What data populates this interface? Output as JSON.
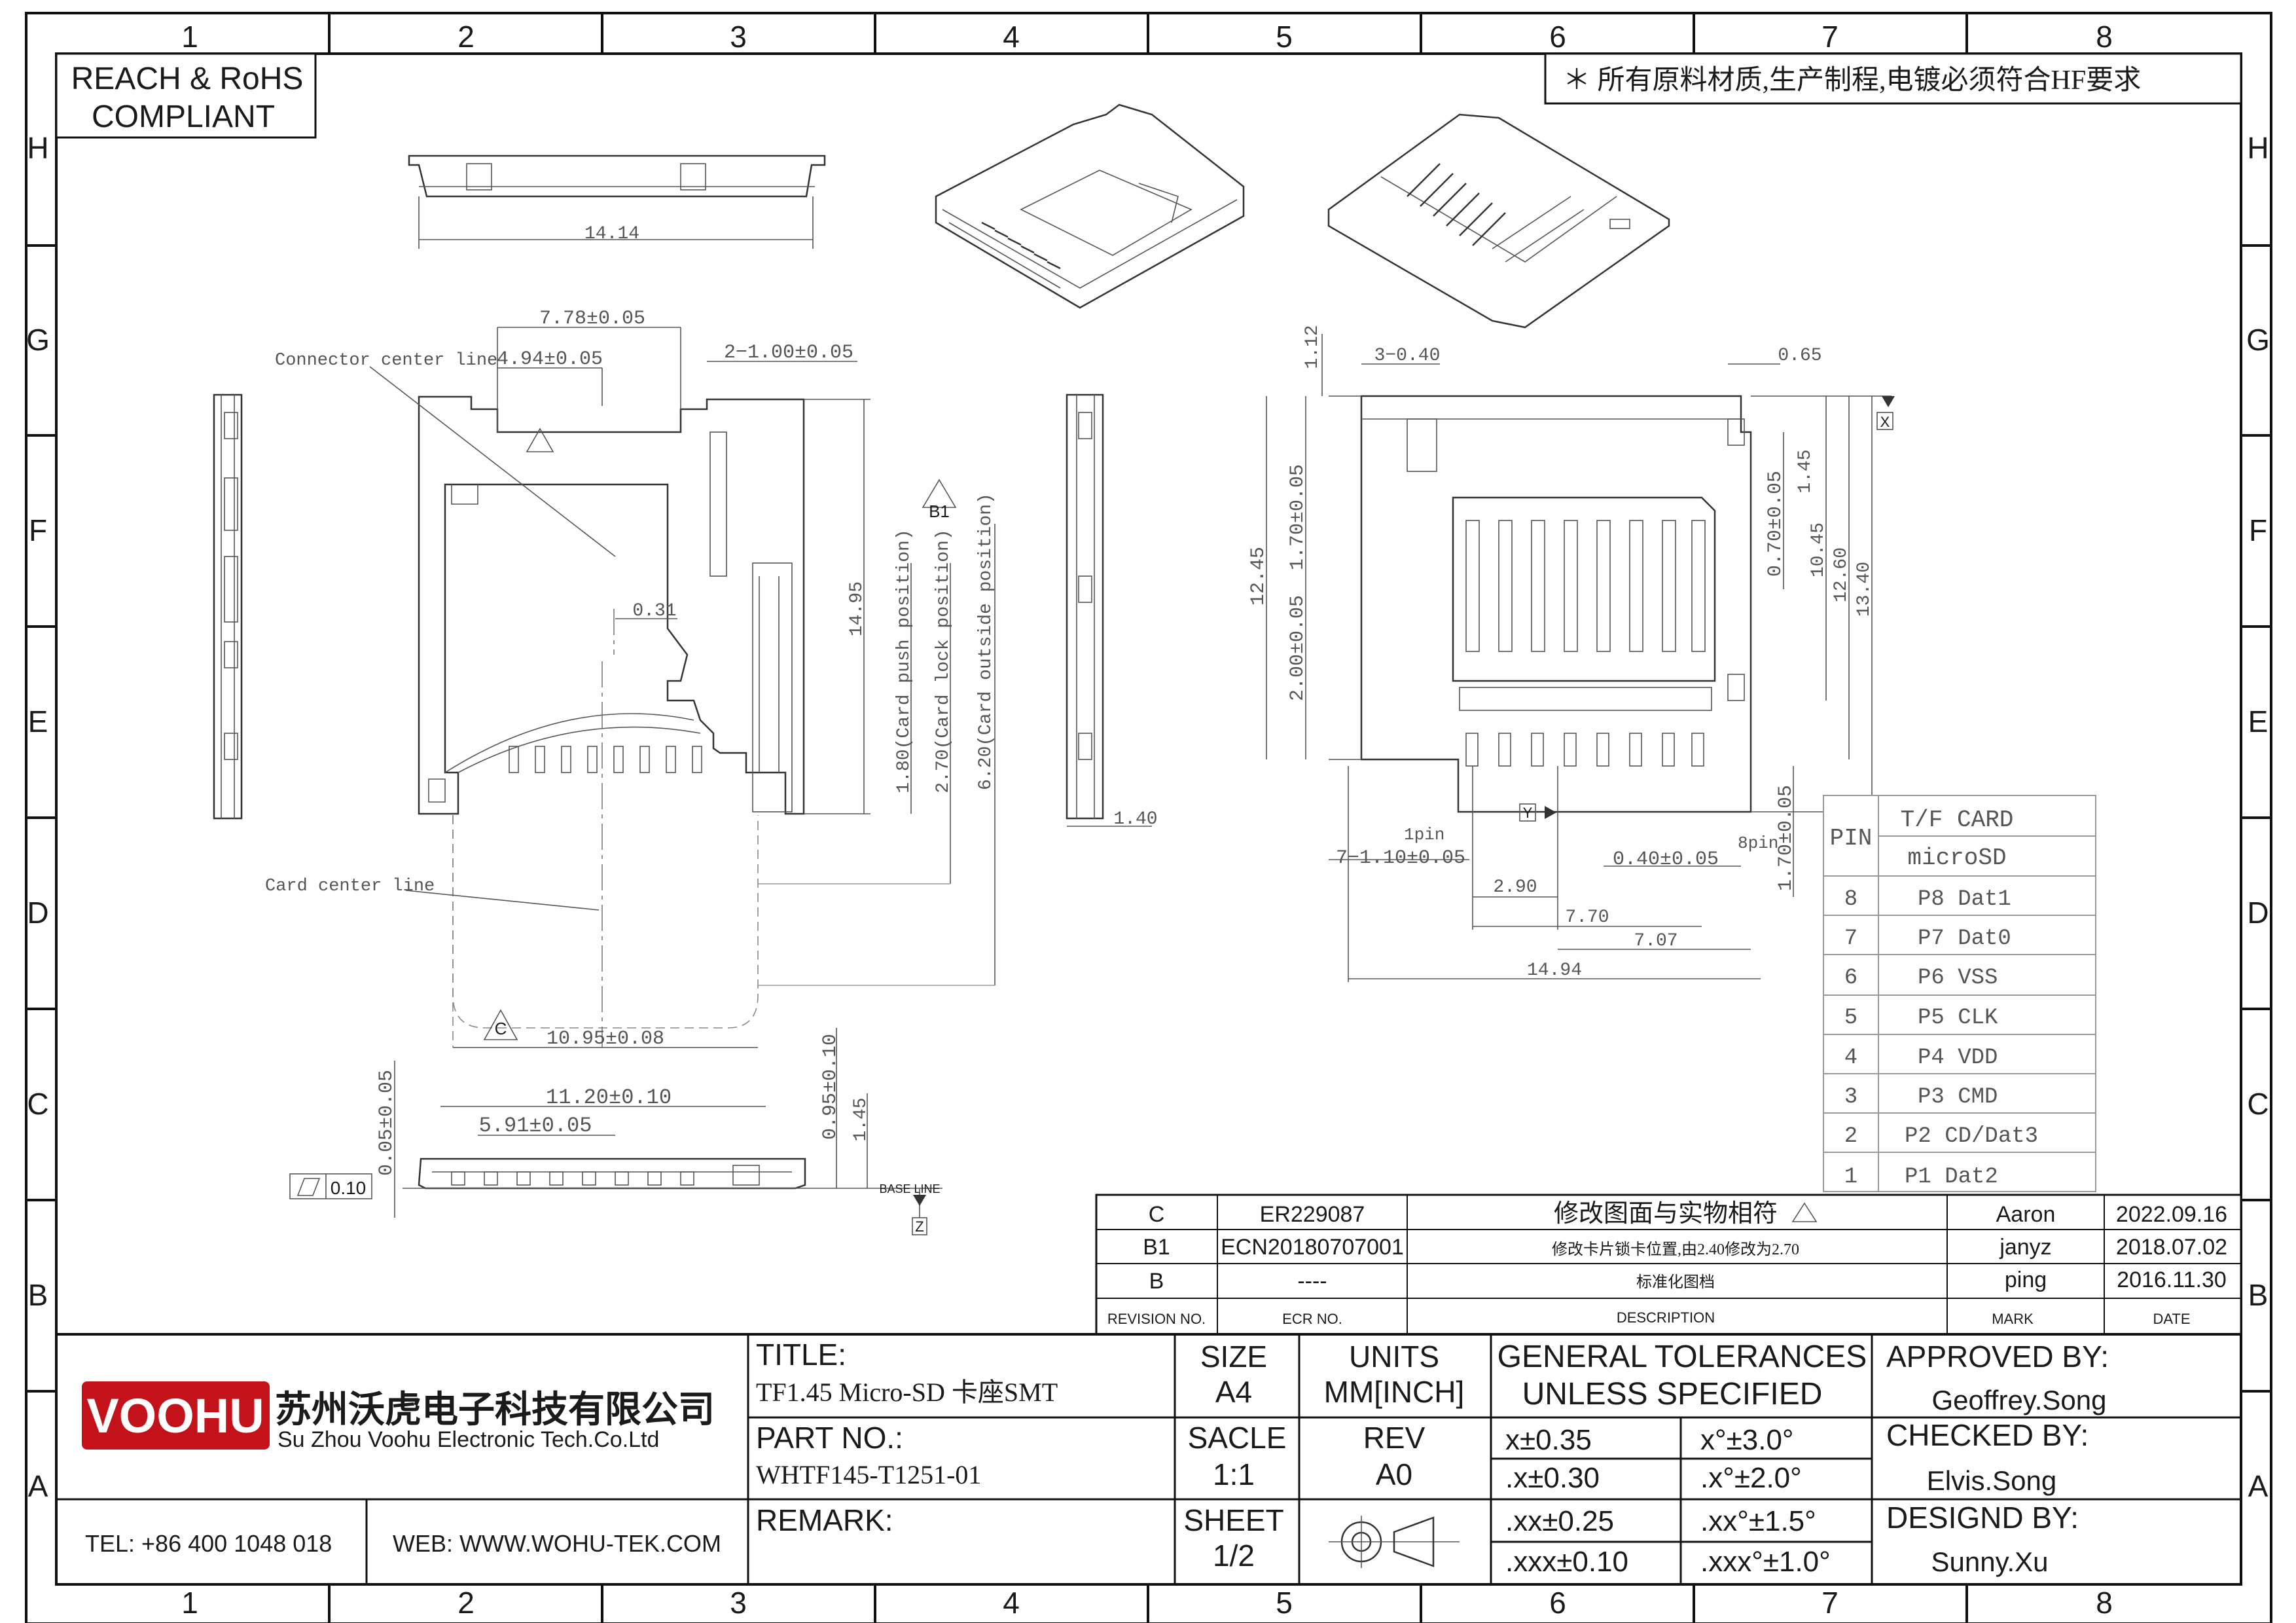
{
  "frame": {
    "columns": [
      "1",
      "2",
      "3",
      "4",
      "5",
      "6",
      "7",
      "8"
    ],
    "rows": [
      "H",
      "G",
      "F",
      "E",
      "D",
      "C",
      "B",
      "A"
    ]
  },
  "compliance": {
    "line1": "REACH & RoHS",
    "line2": "COMPLIANT"
  },
  "note": "＊ 所有原料材质,生产制程,电镀必须符合HF要求",
  "dimensions": {
    "top_width": "14.14",
    "d778": "7.78±0.05",
    "d494": "4.94±0.05",
    "d2_100": "2−1.00±0.05",
    "connector_center_line": "Connector center line",
    "d031": "0.31",
    "d1495": "14.95",
    "push": "1.80(Card push position)",
    "lock": "2.70(Card lock position)",
    "outside": "6.20(Card outside position)",
    "card_center_line": "Card center line",
    "d1095": "10.95±0.08",
    "d140": "1.40",
    "d112": "1.12",
    "d3_040": "3−0.40",
    "d065": "0.65",
    "d1245": "12.45",
    "d170_005": "1.70±0.05",
    "d200_005": "2.00±0.05",
    "d070_005": "0.70±0.05",
    "d145": "1.45",
    "d1045": "10.45",
    "d1260": "12.60",
    "d1340": "13.40",
    "pin1": "1pin",
    "pin8": "8pin",
    "d7_110": "7−1.10±0.05",
    "d040_005": "0.40±0.05",
    "d170_005b": "1.70±0.05",
    "d290": "2.90",
    "d770": "7.70",
    "d707": "7.07",
    "d1494": "14.94",
    "d1120": "11.20±0.10",
    "d591": "5.91±0.05",
    "d005_005": "0.05±0.05",
    "d095_010": "0.95±0.10",
    "d145b": "1.45",
    "flatness": "0.10",
    "base_line": "BASE LINE",
    "datum_x": "X",
    "datum_y": "Y",
    "datum_z": "Z",
    "rev_c": "C",
    "rev_b1": "B1",
    "rev_c2": "C"
  },
  "pin_table": {
    "head_left": "PIN",
    "head_top": "T/F CARD",
    "head_bottom": "microSD",
    "rows": [
      {
        "pin": "8",
        "name": "P8  Dat1"
      },
      {
        "pin": "7",
        "name": "P7  Dat0"
      },
      {
        "pin": "6",
        "name": "P6  VSS"
      },
      {
        "pin": "5",
        "name": "P5  CLK"
      },
      {
        "pin": "4",
        "name": "P4  VDD"
      },
      {
        "pin": "3",
        "name": "P3  CMD"
      },
      {
        "pin": "2",
        "name": "P2  CD/Dat3"
      },
      {
        "pin": "1",
        "name": "P1  Dat2"
      }
    ]
  },
  "revisions": {
    "rows": [
      {
        "rev": "C",
        "ecr": "ER229087",
        "desc": "修改图面与实物相符",
        "mark": "Aaron",
        "date": "2022.09.16"
      },
      {
        "rev": "B1",
        "ecr": "ECN20180707001",
        "desc": "修改卡片锁卡位置,由2.40修改为2.70",
        "mark": "janyz",
        "date": "2018.07.02"
      },
      {
        "rev": "B",
        "ecr": "----",
        "desc": "标准化图档",
        "mark": "ping",
        "date": "2016.11.30"
      }
    ],
    "headers": {
      "rev": "REVISION NO.",
      "ecr": "ECR NO.",
      "desc": "DESCRIPTION",
      "mark": "MARK",
      "date": "DATE"
    }
  },
  "title_block": {
    "logo": "VOOHU",
    "company_cn": "苏州沃虎电子科技有限公司",
    "company_en": "Su Zhou Voohu Electronic Tech.Co.Ltd",
    "tel": "TEL: +86 400 1048 018",
    "web": "WEB: WWW.WOHU-TEK.COM",
    "title_label": "TITLE:",
    "title_value": "TF1.45 Micro-SD 卡座SMT",
    "part_label": "PART NO.:",
    "part_value": "WHTF145-T1251-01",
    "remark_label": "REMARK:",
    "size_label": "SIZE",
    "size_value": "A4",
    "units_label": "UNITS",
    "units_value": "MM[INCH]",
    "scale_label": "SACLE",
    "scale_value": "1:1",
    "rev_label": "REV",
    "rev_value": "A0",
    "sheet_label": "SHEET",
    "sheet_value": "1/2",
    "tol_title1": "GENERAL TOLERANCES",
    "tol_title2": "UNLESS SPECIFIED",
    "tolerances": [
      {
        "lin": "x±0.35",
        "ang": "x°±3.0°"
      },
      {
        "lin": ".x±0.30",
        "ang": ".x°±2.0°"
      },
      {
        "lin": ".xx±0.25",
        "ang": ".xx°±1.5°"
      },
      {
        "lin": ".xxx±0.10",
        "ang": ".xxx°±1.0°"
      }
    ],
    "approved_label": "APPROVED BY:",
    "approved_value": "Geoffrey.Song",
    "checked_label": "CHECKED BY:",
    "checked_value": "Elvis.Song",
    "designed_label": "DESIGND BY:",
    "designed_value": "Sunny.Xu"
  }
}
